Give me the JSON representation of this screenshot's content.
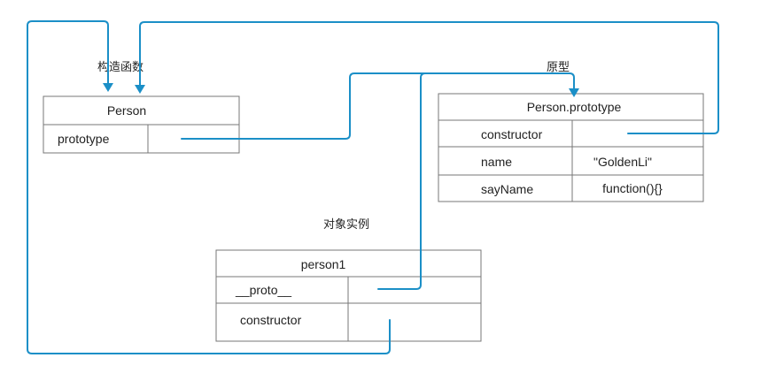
{
  "labels": {
    "constructor_function": "构造函数",
    "prototype_object": "原型",
    "instance": "对象实例"
  },
  "person": {
    "title": "Person",
    "rows": [
      {
        "key": "prototype",
        "value": ""
      }
    ]
  },
  "person_prototype": {
    "title": "Person.prototype",
    "rows": [
      {
        "key": "constructor",
        "value": ""
      },
      {
        "key": "name",
        "value": "\"GoldenLi\""
      },
      {
        "key": "sayName",
        "value": "function(){}"
      }
    ]
  },
  "person1": {
    "title": "person1",
    "rows": [
      {
        "key": "__proto__",
        "value": ""
      },
      {
        "key": "constructor",
        "value": ""
      }
    ]
  },
  "colors": {
    "connector": "#1b8fc7",
    "border": "#777777"
  }
}
